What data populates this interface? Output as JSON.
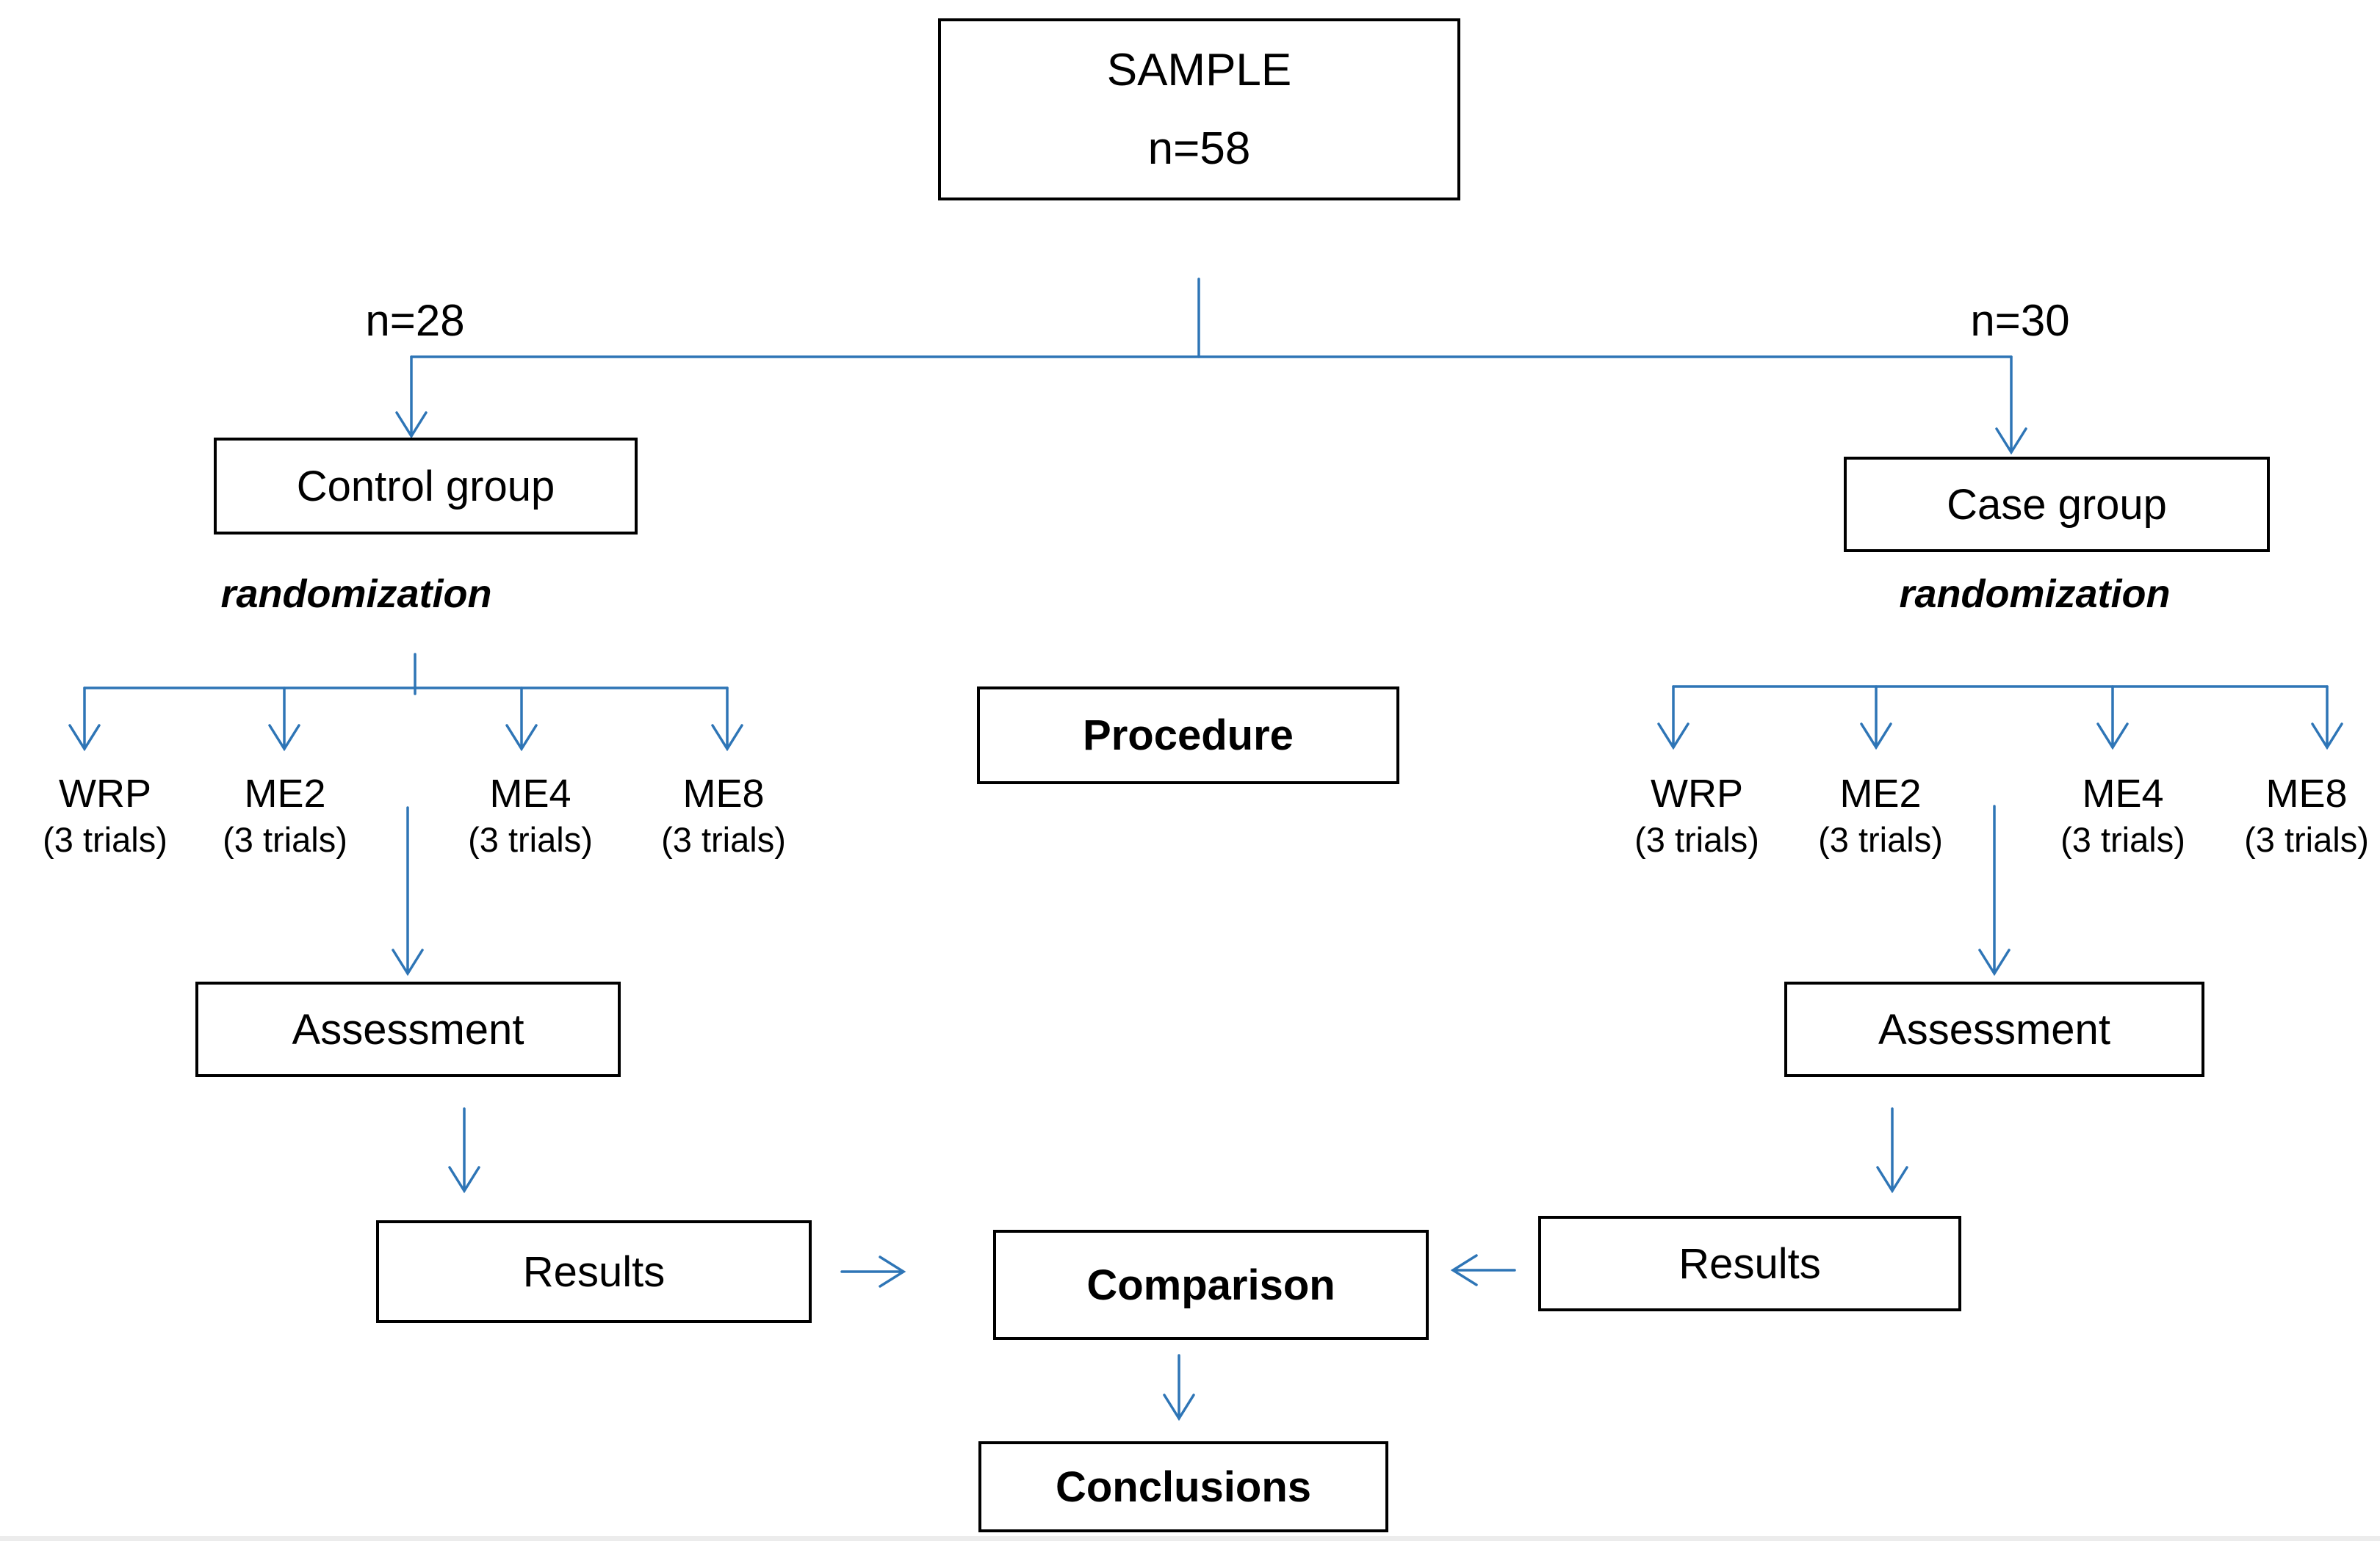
{
  "colors": {
    "connector": "#2e75b6",
    "box-border": "#000000",
    "text": "#000000",
    "divider": "#ececec",
    "background": "#ffffff"
  },
  "diagram": {
    "sample": {
      "title": "SAMPLE",
      "subtitle": "n=58"
    },
    "split": {
      "left_count": "n=28",
      "right_count": "n=30"
    },
    "left": {
      "group_label": "Control group",
      "randomization": "randomization",
      "arms": [
        {
          "name": "WRP",
          "detail": "(3 trials)"
        },
        {
          "name": "ME2",
          "detail": "(3 trials)"
        },
        {
          "name": "ME4",
          "detail": "(3 trials)"
        },
        {
          "name": "ME8",
          "detail": "(3 trials)"
        }
      ],
      "assessment": "Assessment",
      "results": "Results"
    },
    "right": {
      "group_label": "Case group",
      "randomization": "randomization",
      "arms": [
        {
          "name": "WRP",
          "detail": "(3 trials)"
        },
        {
          "name": "ME2",
          "detail": "(3 trials)"
        },
        {
          "name": "ME4",
          "detail": "(3 trials)"
        },
        {
          "name": "ME8",
          "detail": "(3 trials)"
        }
      ],
      "assessment": "Assessment",
      "results": "Results"
    },
    "center": {
      "procedure": "Procedure",
      "comparison": "Comparison",
      "conclusions": "Conclusions"
    }
  }
}
